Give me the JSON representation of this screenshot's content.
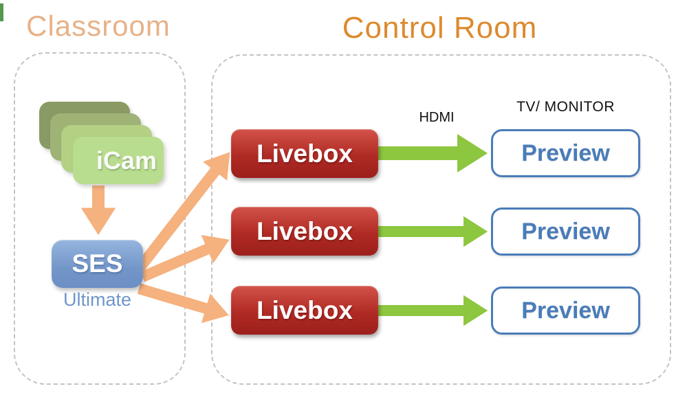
{
  "titles": {
    "classroom": "Classroom",
    "control_room": "Control Room"
  },
  "classroom": {
    "camera": {
      "label": "iCam"
    },
    "ses": {
      "label": "SES",
      "sublabel": "Ultimate"
    }
  },
  "control_room": {
    "hdmi_label": "HDMI",
    "monitor_label": "TV/ MONITOR",
    "rows": [
      {
        "livebox_label": "Livebox",
        "preview_label": "Preview"
      },
      {
        "livebox_label": "Livebox",
        "preview_label": "Preview"
      },
      {
        "livebox_label": "Livebox",
        "preview_label": "Preview"
      }
    ]
  },
  "colors": {
    "classroom_title": "#e7b288",
    "control_room_title": "#dc8a2e",
    "connector_orange": "#f5b17e",
    "connector_green": "#8dc63f",
    "livebox_red": "#b52c25",
    "preview_blue": "#4a7cb8",
    "ses_blue": "#7e9fd0",
    "icam_front_green": "#b9dd8f",
    "icam_stack_greens": [
      "#8a9a64",
      "#9fb377",
      "#b3d083",
      "#b9dd8f"
    ],
    "dashed_border": "#c3c3c3"
  }
}
